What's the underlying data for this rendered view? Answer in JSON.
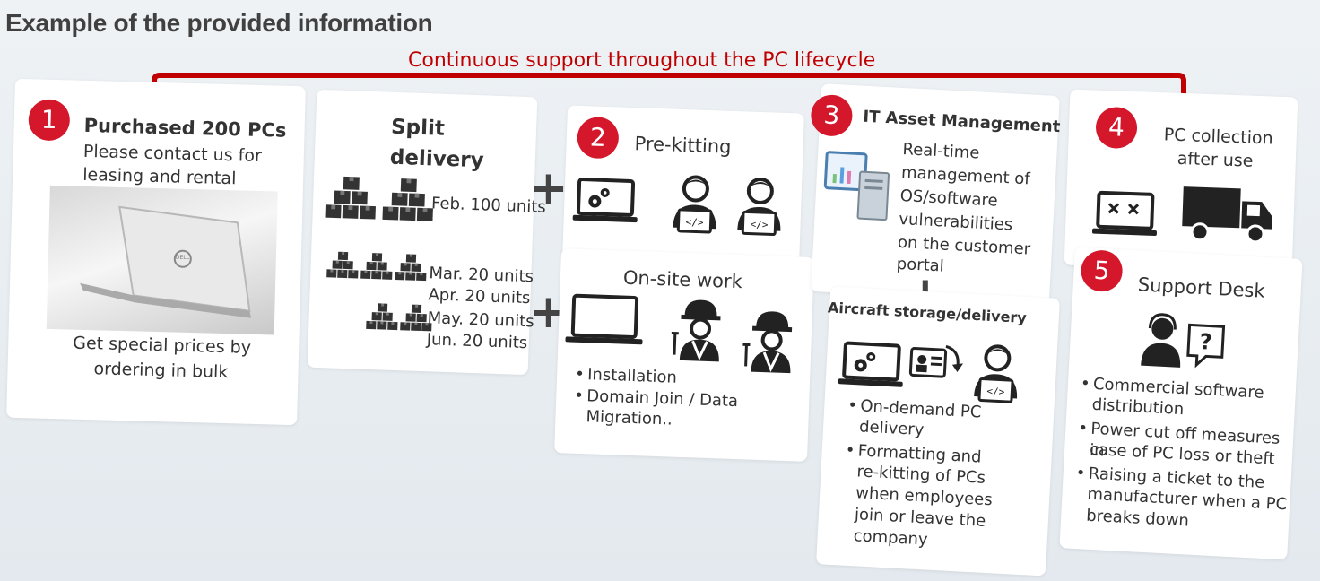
{
  "heading": "Example of the provided information",
  "banner": "Continuous support throughout the PC lifecycle",
  "colors": {
    "accent": "#d5172b",
    "banner": "#c00000",
    "icon": "#222222"
  },
  "step1": {
    "number": "1",
    "title": "Purchased 200 PCs",
    "sub1": "Please contact us for",
    "sub2": "leasing and rental",
    "bottom1": "Get special prices by",
    "bottom2": "ordering in bulk",
    "image": "laptop-photo",
    "logo": "DELL"
  },
  "split": {
    "title1": "Split",
    "title2": "delivery",
    "row1": "Feb. 100 units",
    "row2": "Mar. 20 units",
    "row3": "Apr. 20 units",
    "row4": "May. 20 units",
    "row5": "Jun. 20 units"
  },
  "step2": {
    "number": "2",
    "title": "Pre-kitting"
  },
  "onsite": {
    "title": "On-site work",
    "b1": "Installation",
    "b2a": "Domain Join / Data",
    "b2b": "Migration.."
  },
  "step3": {
    "number": "3",
    "title": "IT Asset Management",
    "l1": "Real-time",
    "l2": "management of",
    "l3": "OS/software",
    "l4": "vulnerabilities",
    "l5": "on the customer",
    "l6": "portal"
  },
  "aircraft": {
    "title": "Aircraft storage/delivery",
    "b1a": "On-demand PC",
    "b1b": "delivery",
    "b2a": "Formatting and",
    "b2b": "re-kitting of PCs",
    "b2c": "when employees",
    "b2d": "join or leave the",
    "b2e": "company"
  },
  "step4": {
    "number": "4",
    "title1": "PC collection",
    "title2": "after use"
  },
  "step5": {
    "number": "5",
    "title": "Support Desk",
    "b1a": "Commercial software",
    "b1b": "distribution",
    "b2a": "Power cut off measures in",
    "b2b": "case of PC loss or theft",
    "b3a": "Raising a ticket to the",
    "b3b": "manufacturer when a PC",
    "b3c": "breaks down"
  }
}
